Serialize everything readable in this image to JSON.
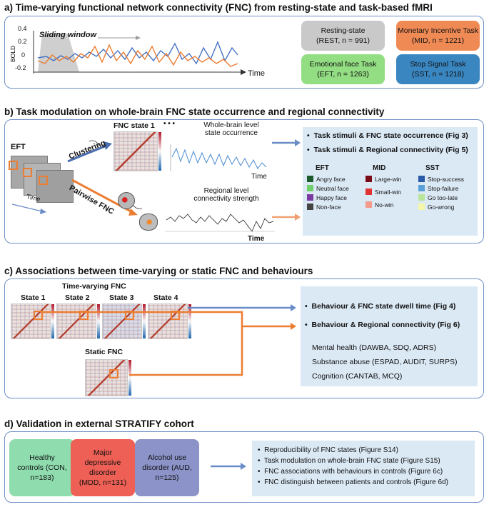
{
  "panel_a": {
    "title": "a) Time-varying functional network connectivity (FNC) from resting-state and task-based fMRI",
    "sliding_window": "Sliding window",
    "ylabel": "BOLD",
    "xlabel": "Time",
    "yticks": [
      "0.4",
      "0.2",
      "0",
      "-0.2"
    ],
    "datasets": [
      {
        "line1": "Resting-state",
        "line2": "(REST, n = 991)",
        "color": "#c9c9c9"
      },
      {
        "line1": "Monetary Incentive Task",
        "line2": "(MID, n = 1221)",
        "color": "#f08a55"
      },
      {
        "line1": "Emotional face Task",
        "line2": "(EFT, n = 1263)",
        "color": "#93dd83"
      },
      {
        "line1": "Stop Signal Task",
        "line2": "(SST, n = 1218)",
        "color": "#3a86c0"
      }
    ]
  },
  "panel_b": {
    "title": "b) Task modulation on whole-brain FNC state occurrence and regional connectivity",
    "eft": "EFT",
    "time": "Time",
    "clustering": "Clustering",
    "pairwise": "Pairwise FNC",
    "fnc_state": "FNC state 1",
    "ellipsis": "• • •",
    "whole_brain_l1": "Whole-brain level",
    "whole_brain_l2": "state occurrence",
    "regional_l1": "Regional level",
    "regional_l2": "connectivity strength",
    "time_label": "Time",
    "bullets": [
      "Task stimuli & FNC state occurrence (Fig 3)",
      "Task stimuli & Regional connectivity (Fig 5)"
    ],
    "legend": {
      "EFT": {
        "header": "EFT",
        "items": [
          {
            "label": "Angry face",
            "color": "#1c5c2b"
          },
          {
            "label": "Neutral face",
            "color": "#6fcf68"
          },
          {
            "label": "Happy face",
            "color": "#7a3aa0"
          },
          {
            "label": "Non-face",
            "color": "#444444"
          }
        ]
      },
      "MID": {
        "header": "MID",
        "items": [
          {
            "label": "Large-win",
            "color": "#7a0a18"
          },
          {
            "label": "Small-win",
            "color": "#e03232"
          },
          {
            "label": "No-win",
            "color": "#f39a8a"
          }
        ]
      },
      "SST": {
        "header": "SST",
        "items": [
          {
            "label": "Stop-success",
            "color": "#2a5aa8"
          },
          {
            "label": "Stop-failure",
            "color": "#5aa0d8"
          },
          {
            "label": "Go too-late",
            "color": "#b9e59a"
          },
          {
            "label": "Go-wrong",
            "color": "#f4f7a8"
          }
        ]
      }
    }
  },
  "panel_c": {
    "title": "c) Associations between time-varying or static FNC and behaviours",
    "time_varying": "Time-varying FNC",
    "states": [
      "State 1",
      "State 2",
      "State 3",
      "State 4"
    ],
    "static": "Static FNC",
    "bullets": [
      "Behaviour & FNC state dwell time (Fig 4)",
      "Behaviour & Regional connectivity (Fig 6)"
    ],
    "measures": [
      "Mental health (DAWBA, SDQ, ADRS)",
      "Substance abuse (ESPAD, AUDIT, SURPS)",
      "Cognition (CANTAB, MCQ)"
    ]
  },
  "panel_d": {
    "title": "d) Validation in external STRATIFY cohort",
    "groups": [
      {
        "line1": "Healthy",
        "line2": "controls (CON,",
        "line3": "n=183)",
        "color": "#8fdcae"
      },
      {
        "line1": "Major",
        "line2": "depressive",
        "line3": "disorder",
        "line4": "(MDD, n=131)",
        "color": "#ee6055"
      },
      {
        "line1": "Alcohol use",
        "line2": "disorder (AUD,",
        "line3": "n=125)",
        "color": "#8b93c9"
      }
    ],
    "bullets": [
      "Reproducibility of FNC states (Figure S14)",
      "Task modulation on whole-brain FNC state (Figure S15)",
      "FNC associations with behaviours in controls (Figure 6c)",
      "FNC distinguish between patients and controls (Figure 6d)"
    ]
  }
}
